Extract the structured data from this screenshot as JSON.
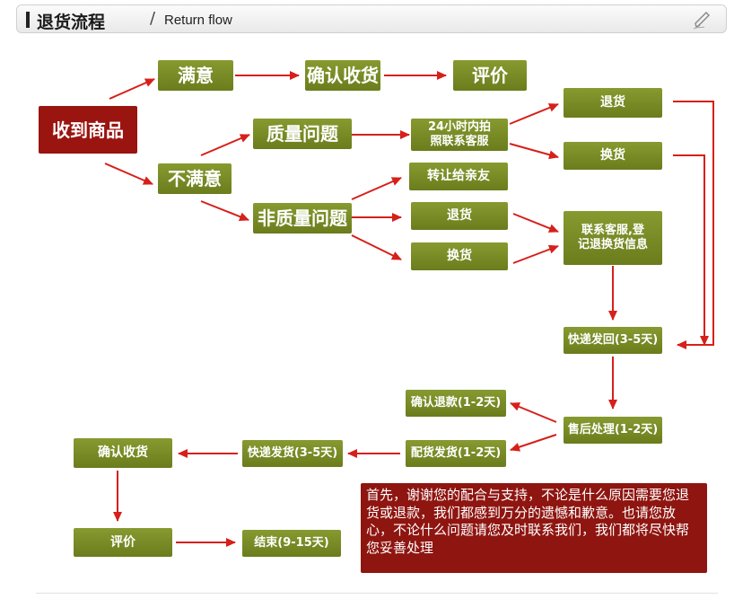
{
  "header": {
    "title": "退货流程",
    "separator": "/",
    "subtitle": "Return flow",
    "icon": "pen-icon"
  },
  "colors": {
    "node_green": "#7a8c24",
    "node_red": "#9a1410",
    "arrow_red": "#d6201a"
  },
  "nodes": {
    "received": "收到商品",
    "satisfied": "满意",
    "confirm_top": "确认收货",
    "review_top": "评价",
    "unsatisfied": "不满意",
    "quality_issue": "质量问题",
    "contact_24h": "24小时内拍\n照联系客服",
    "return_top": "退货",
    "exchange_top": "换货",
    "non_quality_issue": "非质量问题",
    "transfer_friend": "转让给亲友",
    "return_mid": "退货",
    "exchange_mid": "换货",
    "contact_register": "联系客服,登\n记退换货信息",
    "ship_back": "快递发回(3-5天)",
    "after_sale": "售后处理(1-2天)",
    "confirm_refund": "确认退款(1-2天)",
    "dispatch": "配货发货(1-2天)",
    "express_ship": "快递发货(3-5天)",
    "confirm_bottom": "确认收货",
    "review_bottom": "评价",
    "done": "结束(9-15天)"
  },
  "note": "首先，谢谢您的配合与支持，不论是什么原因需要您退货或退款，我们都感到万分的遗憾和歉意。也请您放心，不论什么问题请您及时联系我们，我们都将尽快帮您妥善处理"
}
